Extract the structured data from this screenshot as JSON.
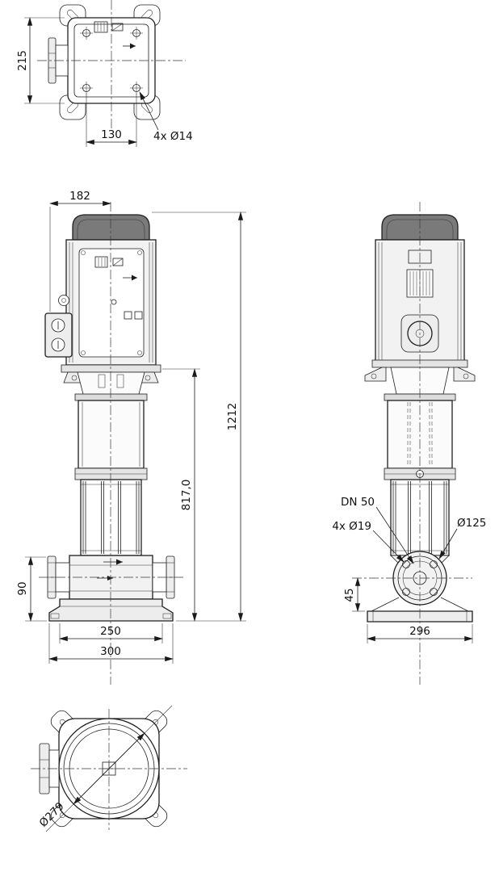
{
  "drawing": {
    "top_view": {
      "dim_height": "215",
      "dim_bolt_spacing": "130",
      "label_bolt_holes": "4x Ø14"
    },
    "front_view": {
      "dim_motor_width": "182",
      "dim_total_height": "1212",
      "dim_pump_height": "817,0",
      "dim_port_height": "90",
      "dim_base_inner_width": "250",
      "dim_base_outer_width": "300"
    },
    "side_view": {
      "label_port": "DN 50",
      "label_bolt_holes": "4x Ø19",
      "label_flange_diameter": "Ø125",
      "dim_port_center_height": "45",
      "dim_base_width": "296"
    },
    "bottom_view": {
      "dim_strainer_diameter": "Ø279"
    }
  }
}
